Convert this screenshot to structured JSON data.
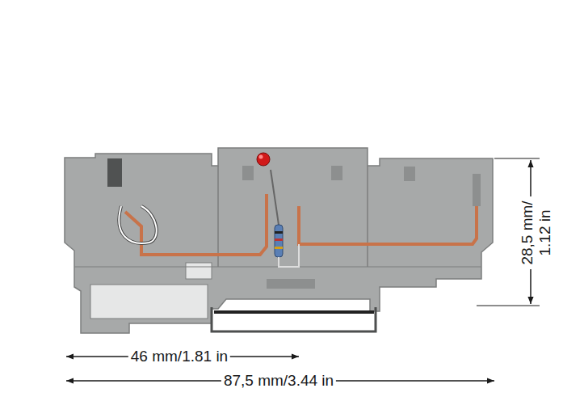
{
  "diagram": {
    "labels": [
      "46 mm/1.81 in",
      "87,5 mm/3.44 in",
      "28,5 mm/ 1.12 in"
    ]
  }
}
